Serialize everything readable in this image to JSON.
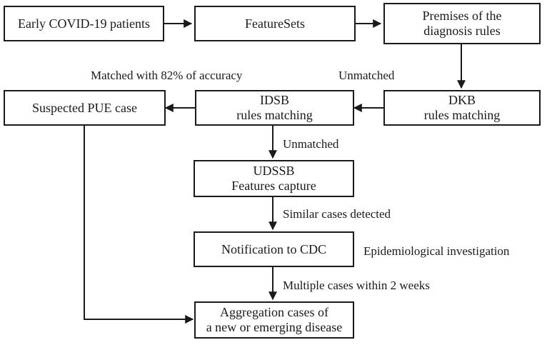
{
  "boxes": {
    "early_patients": "Early COVID-19 patients",
    "featuresets": "FeatureSets",
    "premises": [
      "Premises of the",
      "diagnosis rules"
    ],
    "dkb": [
      "DKB",
      "rules matching"
    ],
    "idsb": [
      "IDSB",
      "rules matching"
    ],
    "suspected": "Suspected PUE case",
    "udssb": [
      "UDSSB",
      "Features capture"
    ],
    "notification": "Notification to CDC",
    "aggregation": [
      "Aggregation cases of",
      "a new or emerging disease"
    ]
  },
  "labels": {
    "matched": "Matched with 82% of accuracy",
    "unmatched_dkb": "Unmatched",
    "unmatched_idsb": "Unmatched",
    "similar": "Similar cases detected",
    "epidemiological": "Epidemiological investigation",
    "multiple": "Multiple cases within 2 weeks"
  },
  "colors": {
    "stroke": "#1a1a1a",
    "background": "#ffffff"
  }
}
